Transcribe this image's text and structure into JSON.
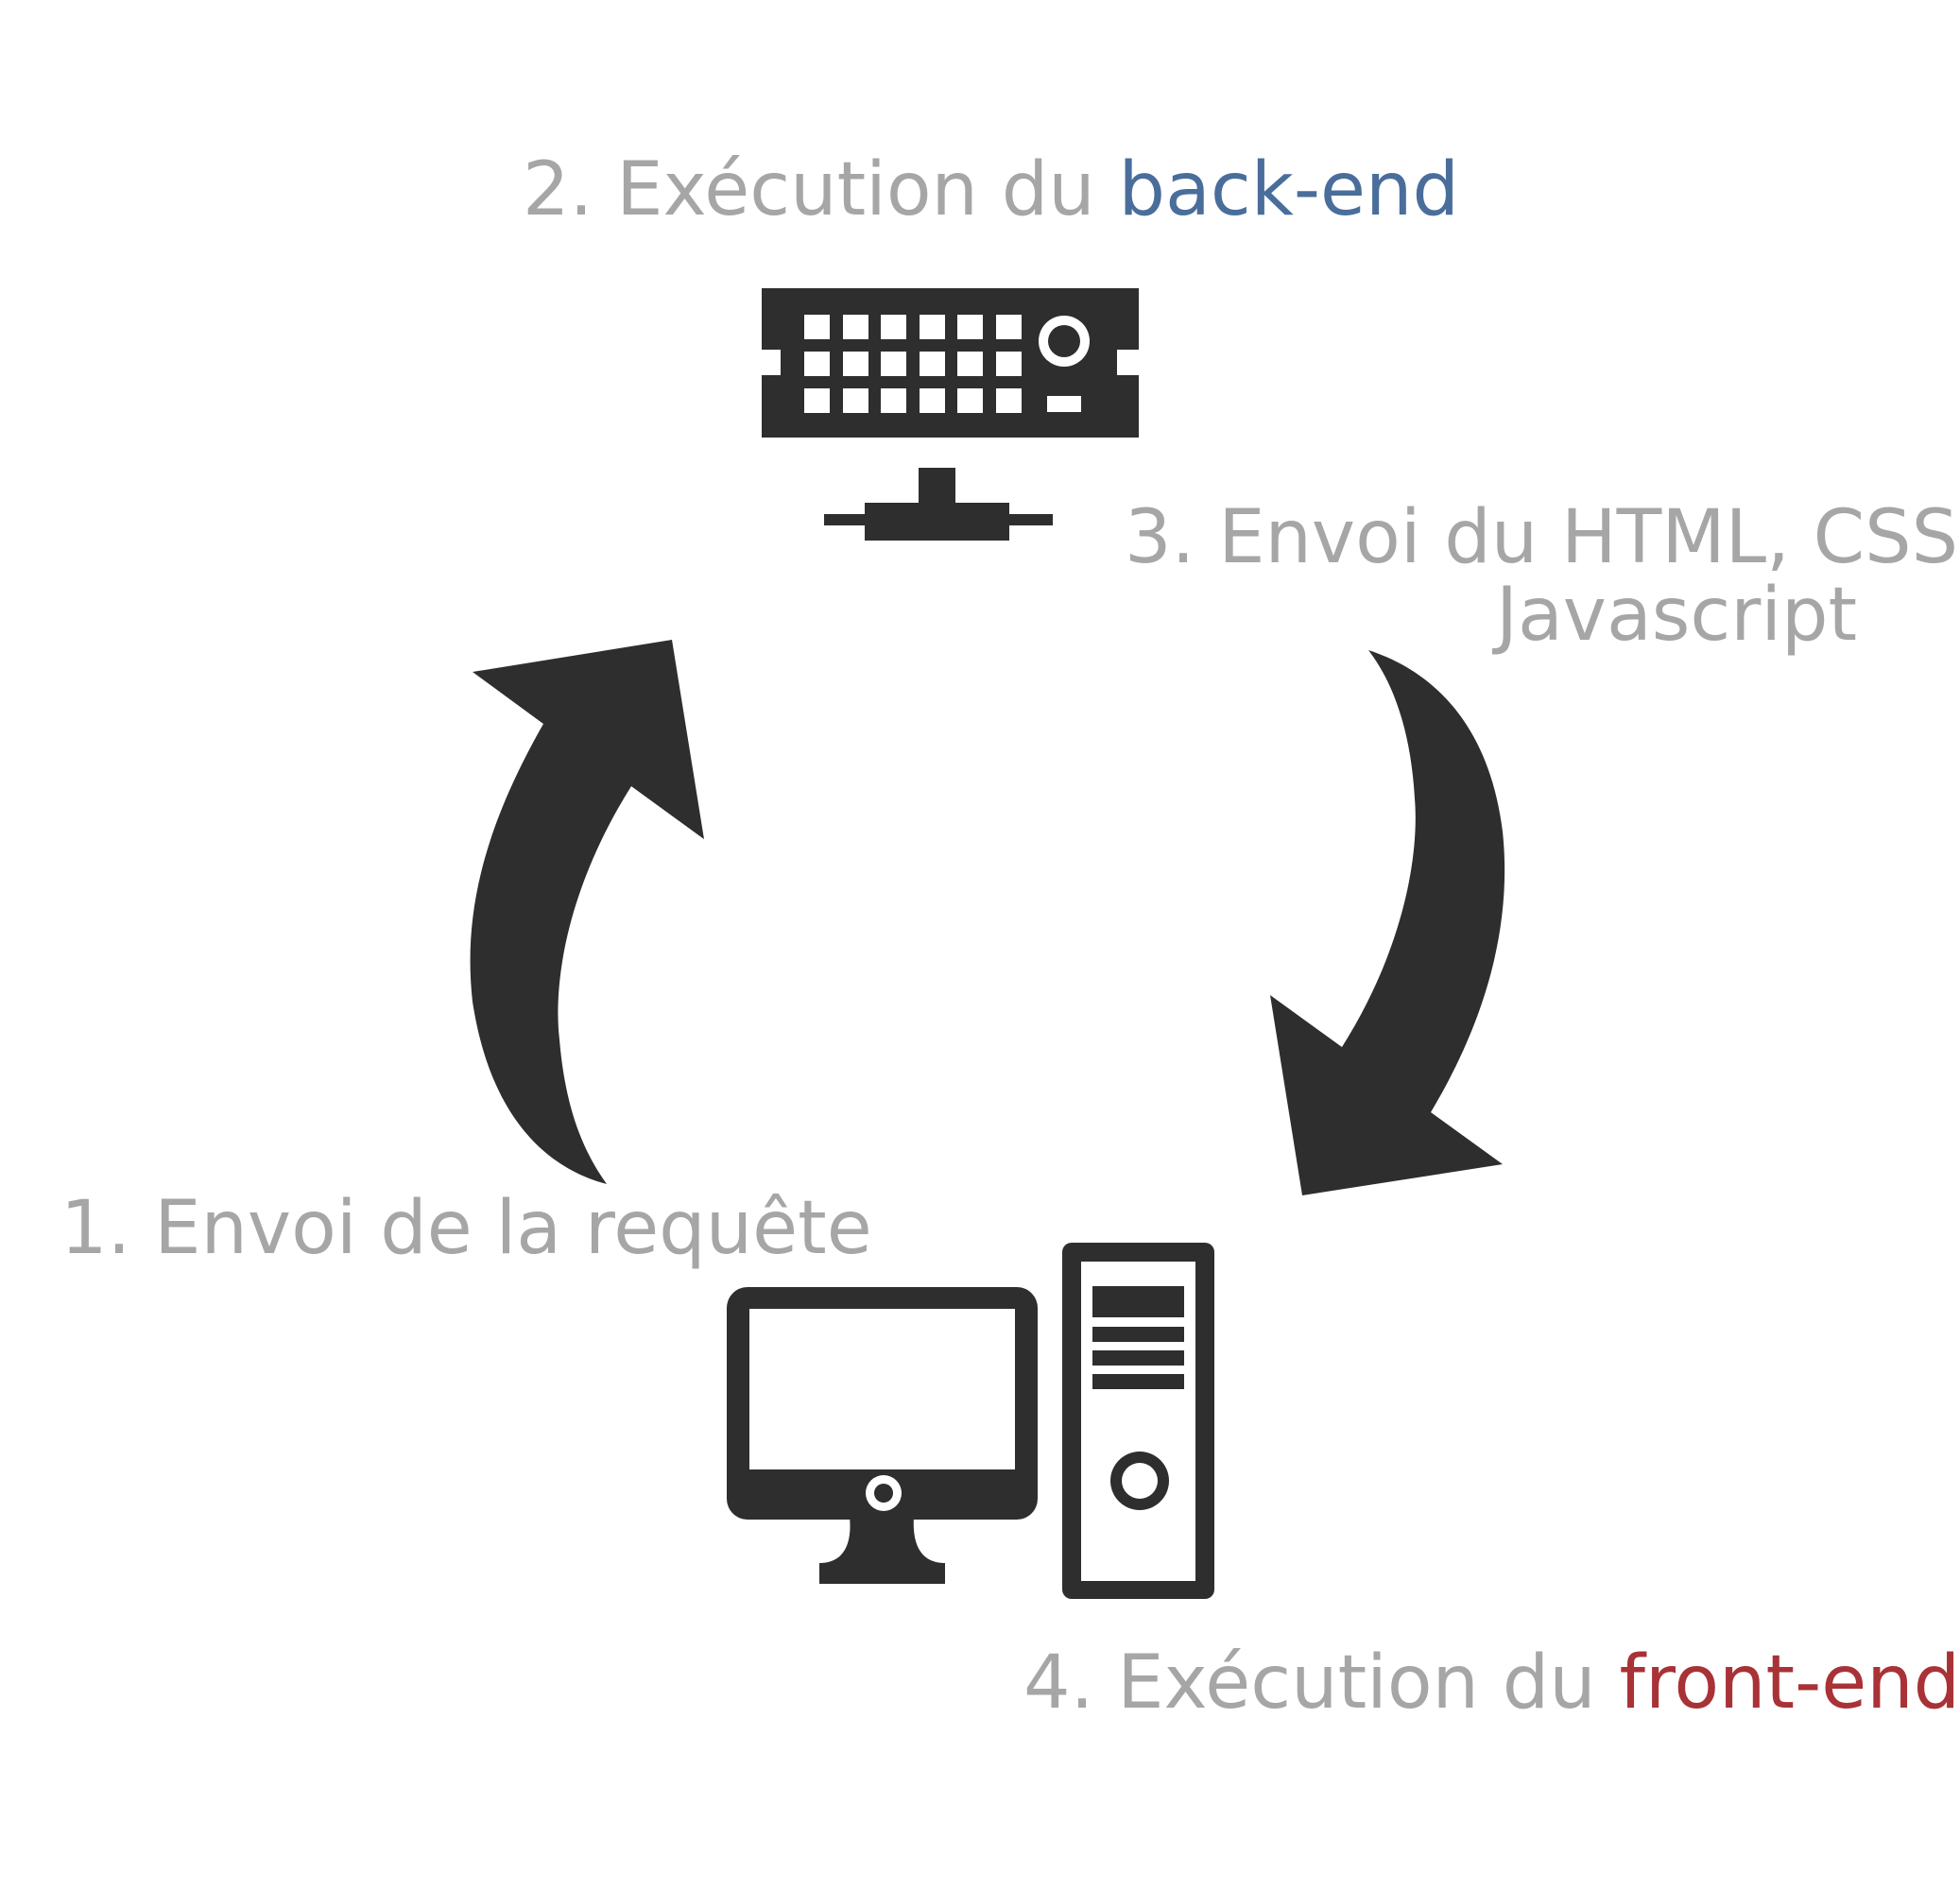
{
  "colors": {
    "label_grey": "#a6a6a6",
    "backend_blue": "#4a6e9b",
    "frontend_red": "#a83236",
    "icon_dark": "#2e2e2e"
  },
  "steps": {
    "step1": {
      "text": "1. Envoi de la requête"
    },
    "step2": {
      "prefix": "2. Exécution du ",
      "highlight": "back-end"
    },
    "step3": {
      "line1": "3. Envoi du HTML, CSS",
      "line2": "Javascript"
    },
    "step4": {
      "prefix": "4. Exécution du ",
      "highlight": "front-end"
    }
  },
  "icons": {
    "server": "server-icon",
    "desktop": "desktop-computer-icon",
    "arrow_up": "curved-arrow-up-icon",
    "arrow_down": "curved-arrow-down-icon"
  }
}
